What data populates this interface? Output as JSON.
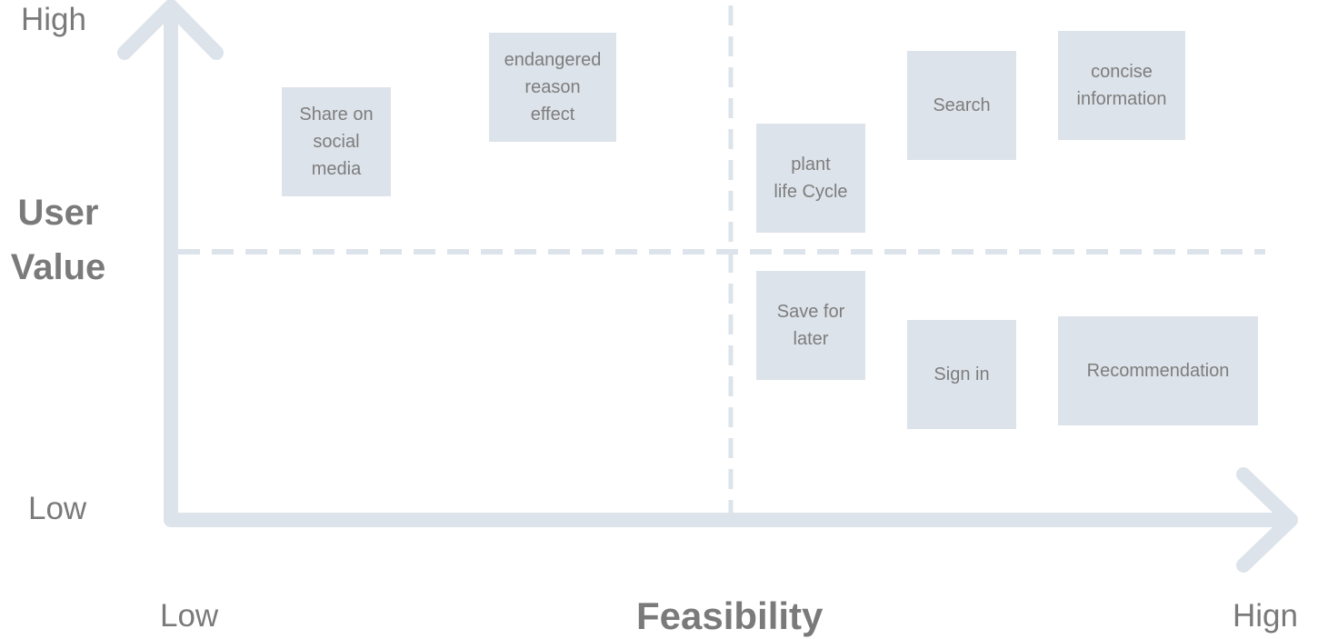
{
  "y_axis": {
    "high_label": "High",
    "low_label": "Low",
    "title_lines": [
      "User",
      "Value"
    ]
  },
  "x_axis": {
    "low_label": "Low",
    "high_label": "Hign",
    "title": "Feasibility"
  },
  "notes": {
    "share": "Share on\nsocial\nmedia",
    "endangered": "endangered\nreason\neffect",
    "plant": "plant\nlife Cycle",
    "search": "Search",
    "concise": "concise\ninformation",
    "save": "Save for\nlater",
    "signin": "Sign in",
    "recommendation": "Recommendation"
  },
  "colors": {
    "axis": "#dde3ea",
    "note_fill": "#dde3ea",
    "text": "#7a7a7a"
  }
}
